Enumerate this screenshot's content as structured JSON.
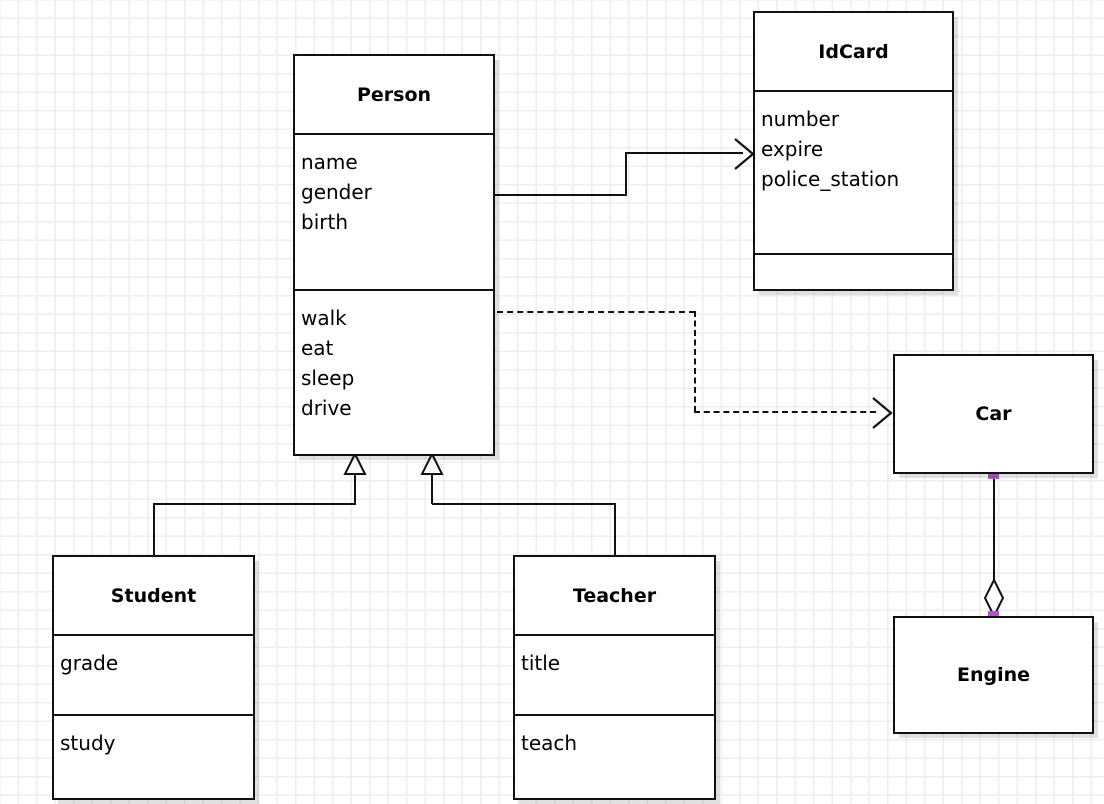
{
  "diagram": {
    "type": "uml-class-diagram",
    "background": "#ffffff",
    "grid_color": "#eeeeee",
    "line_color": "#111111",
    "handle_color": "#b158c4"
  },
  "classes": {
    "person": {
      "name": "Person",
      "attributes": [
        "name",
        "gender",
        "birth"
      ],
      "methods": [
        "walk",
        "eat",
        "sleep",
        "drive"
      ]
    },
    "idcard": {
      "name": "IdCard",
      "attributes": [
        "number",
        "expire",
        "police_station"
      ],
      "methods": []
    },
    "student": {
      "name": "Student",
      "attributes": [
        "grade"
      ],
      "methods": [
        "study"
      ]
    },
    "teacher": {
      "name": "Teacher",
      "attributes": [
        "title"
      ],
      "methods": [
        "teach"
      ]
    },
    "car": {
      "name": "Car",
      "attributes": [],
      "methods": []
    },
    "engine": {
      "name": "Engine",
      "attributes": [],
      "methods": []
    }
  },
  "relations": [
    {
      "id": "person-idcard",
      "kind": "association",
      "style": "solid",
      "arrow": "open",
      "from": "Person",
      "to": "IdCard"
    },
    {
      "id": "person-car",
      "kind": "dependency",
      "style": "dashed",
      "arrow": "open",
      "from": "Person",
      "to": "Car"
    },
    {
      "id": "student-person",
      "kind": "generalization",
      "style": "solid",
      "arrow": "hollow-triangle",
      "from": "Student",
      "to": "Person"
    },
    {
      "id": "teacher-person",
      "kind": "generalization",
      "style": "solid",
      "arrow": "hollow-triangle",
      "from": "Teacher",
      "to": "Person"
    },
    {
      "id": "car-engine",
      "kind": "aggregation",
      "style": "solid",
      "arrow": "hollow-diamond",
      "from": "Car",
      "to": "Engine"
    }
  ]
}
